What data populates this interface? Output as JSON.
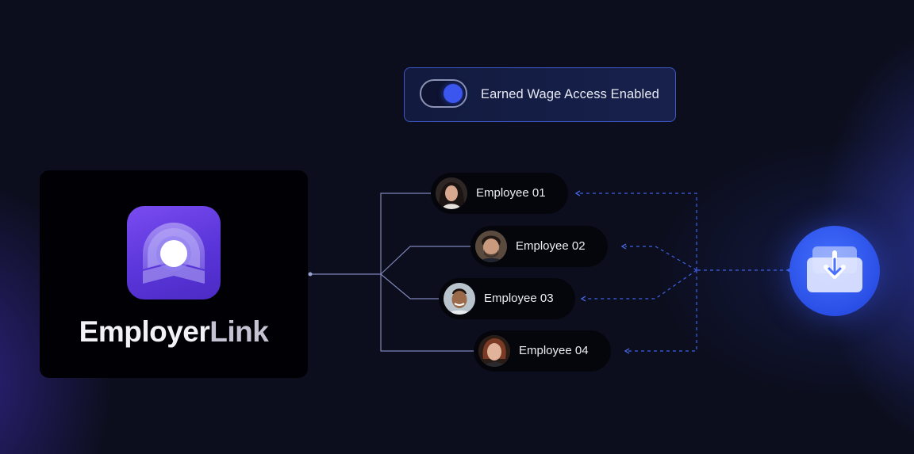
{
  "toggle": {
    "label": "Earned Wage Access Enabled",
    "state": "on"
  },
  "employer": {
    "brand_primary": "Employer",
    "brand_secondary": "Link",
    "icon": "employerlink-logo-icon"
  },
  "employees": [
    {
      "label": "Employee 01"
    },
    {
      "label": "Employee 02"
    },
    {
      "label": "Employee 03"
    },
    {
      "label": "Employee 04"
    }
  ],
  "download": {
    "icon": "download-tray-icon"
  },
  "colors": {
    "background": "#0c0e1d",
    "accent": "#3b55ef",
    "icon_gradient_top": "#7a4cf0",
    "icon_gradient_bottom": "#4b2bc4",
    "connector_solid": "#7e86b8",
    "connector_dashed": "#3d62e6"
  }
}
